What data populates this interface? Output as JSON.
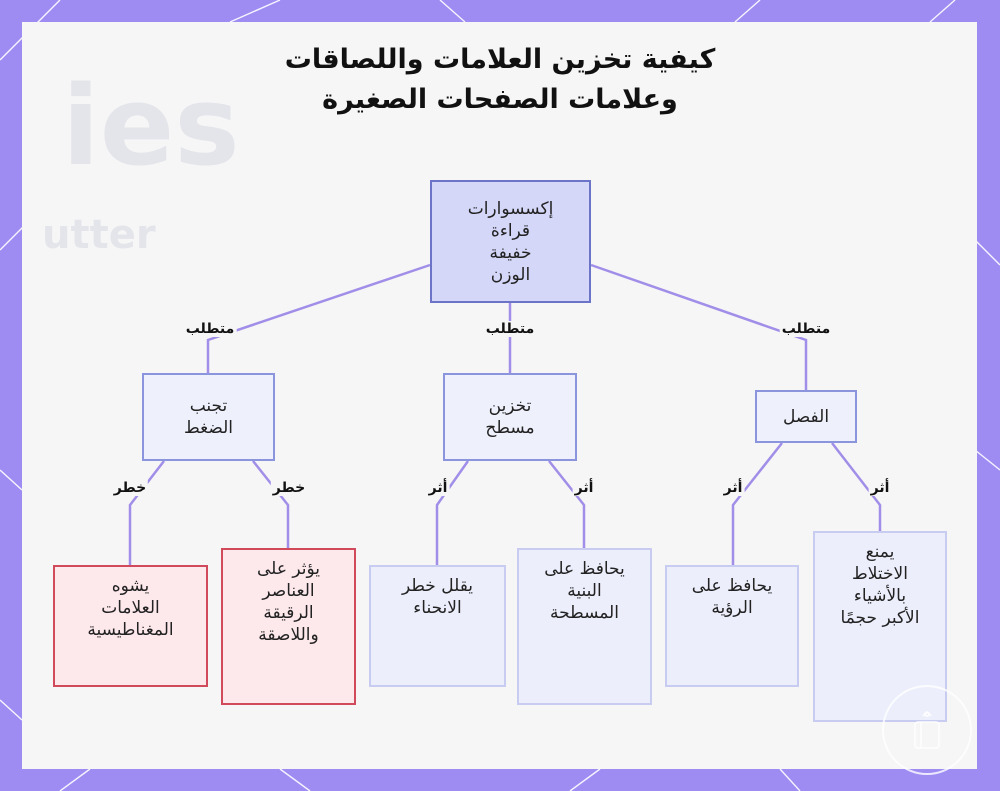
{
  "title": {
    "line1": "كيفية تخزين العلامات واللصاقات",
    "line2": "وعلامات الصفحات الصغيرة"
  },
  "root": {
    "label": "إكسسوارات\nقراءة\nخفيفة\nالوزن"
  },
  "requirements": [
    {
      "id": "avoid-pressure",
      "edge_label": "متطلب",
      "label": "تجنب\nالضغط"
    },
    {
      "id": "flat-storage",
      "edge_label": "متطلب",
      "label": "تخزين\nمسطح"
    },
    {
      "id": "separation",
      "edge_label": "متطلب",
      "label": "الفصل"
    }
  ],
  "outcomes": [
    {
      "id": "magnetic-damage",
      "parent": "avoid-pressure",
      "type": "risk",
      "edge_label": "خطر",
      "label": "يشوه\nالعلامات\nالمغناطيسية"
    },
    {
      "id": "delicate-damage",
      "parent": "avoid-pressure",
      "type": "risk",
      "edge_label": "خطر",
      "label": "يؤثر على\nالعناصر\nالرقيقة\nواللاصقة"
    },
    {
      "id": "reduce-bending",
      "parent": "flat-storage",
      "type": "effect",
      "edge_label": "أثر",
      "label": "يقلل خطر\nالانحناء"
    },
    {
      "id": "keeps-flat",
      "parent": "flat-storage",
      "type": "effect",
      "edge_label": "أثر",
      "label": "يحافظ على\nالبنية\nالمسطحة"
    },
    {
      "id": "keeps-visibility",
      "parent": "separation",
      "type": "effect",
      "edge_label": "أثر",
      "label": "يحافظ على\nالرؤية"
    },
    {
      "id": "prevents-mixing",
      "parent": "separation",
      "type": "effect",
      "edge_label": "أثر",
      "label": "يمنع\nالاختلاط\nبالأشياء\nالأكبر حجمًا"
    }
  ],
  "colors": {
    "frame": "#9e8cf2",
    "connector": "#a18ee8",
    "root_fill": "#d4d7f8",
    "risk_border": "#d14a5b",
    "risk_fill": "#fde8ec"
  }
}
